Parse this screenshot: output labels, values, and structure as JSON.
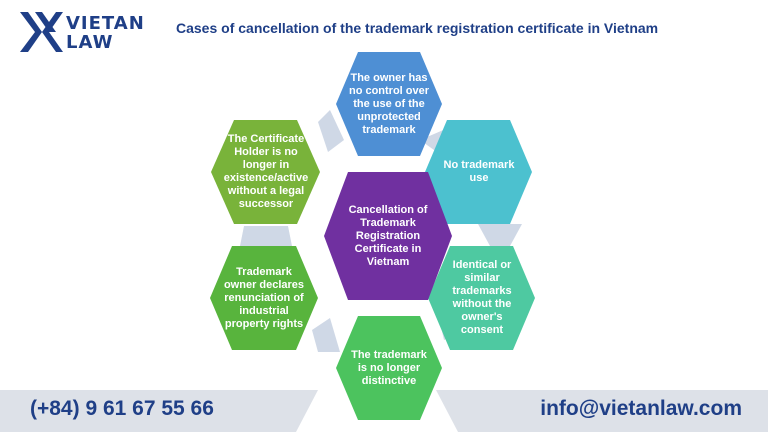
{
  "brand": {
    "line1": "VIETAN",
    "line2": "LAW"
  },
  "title": "Cases of cancellation of the trademark registration certificate in Vietnam",
  "center": {
    "text": "Cancellation of Trademark Registration Certificate in Vietnam",
    "color": "#7030a0"
  },
  "cases": [
    {
      "text": "The owner has no control over the use of the unprotected trademark",
      "color": "#4e8fd4"
    },
    {
      "text": "No trademark use",
      "color": "#4cc1cf"
    },
    {
      "text": "Identical or similar trademarks without the owner's consent",
      "color": "#4ec9a1"
    },
    {
      "text": "The trademark is no longer distinctive",
      "color": "#4cc35e"
    },
    {
      "text": "Trademark owner declares renunciation of industrial property rights",
      "color": "#58b43d"
    },
    {
      "text": "The Certificate Holder is no longer in existence/active without a legal successor",
      "color": "#79b33a"
    }
  ],
  "footer": {
    "phone": "(+84) 9 61 67 55 66",
    "email": "info@vietanlaw.com"
  }
}
